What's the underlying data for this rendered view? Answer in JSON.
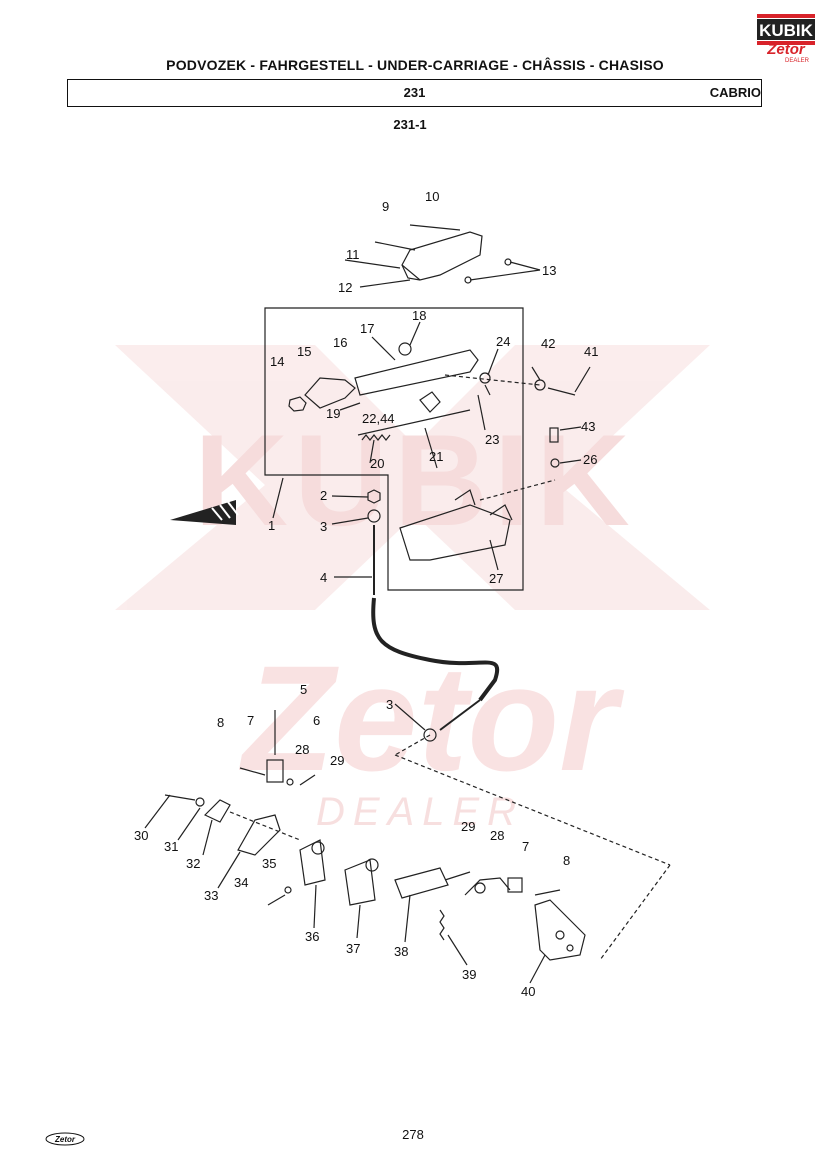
{
  "header": {
    "title": "PODVOZEK - FAHRGESTELL - UNDER-CARRIAGE - CHÂSSIS - CHASISO",
    "group": "231",
    "model": "CABRIO",
    "subgroup": "231-1"
  },
  "logos": {
    "kubik": "KUBIK",
    "zetor": "Zetor",
    "dealer": "DEALER"
  },
  "colors": {
    "watermark": "#f3c9c9",
    "watermark_light": "#f7dede",
    "line": "#222222",
    "logo_red": "#d8232a"
  },
  "callouts": [
    "1",
    "2",
    "3",
    "4",
    "3",
    "5",
    "6",
    "7",
    "8",
    "9",
    "10",
    "11",
    "12",
    "13",
    "14",
    "15",
    "16",
    "17",
    "18",
    "19",
    "20",
    "21",
    "22,44",
    "23",
    "24",
    "26",
    "27",
    "28",
    "29",
    "29",
    "28",
    "7",
    "8",
    "30",
    "31",
    "32",
    "33",
    "34",
    "35",
    "36",
    "37",
    "38",
    "39",
    "40",
    "41",
    "42",
    "43"
  ],
  "footer": {
    "page_number": "278",
    "logo": "Zetor"
  }
}
